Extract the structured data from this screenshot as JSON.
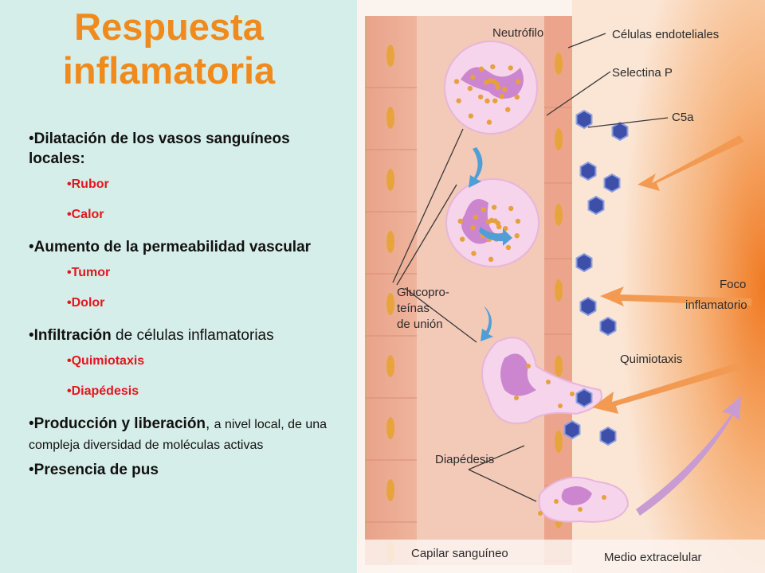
{
  "title": "Respuesta inflamatoria",
  "bullets": [
    {
      "bold": "Dilatación de los vasos sanguíneos locales:",
      "rest": "",
      "small": "",
      "subs": [
        "Rubor",
        "Calor"
      ]
    },
    {
      "bold": "Aumento de la permeabilidad vascular",
      "rest": "",
      "small": "",
      "subs": [
        "Tumor",
        "Dolor"
      ]
    },
    {
      "bold": "Infiltración",
      "rest": " de células inflamatorias",
      "small": "",
      "subs": [
        "Quimiotaxis",
        "Diapédesis"
      ]
    },
    {
      "bold": "Producción y liberación",
      "rest": ", ",
      "small": "a nivel local, de una compleja diversidad de moléculas activas",
      "subs": []
    },
    {
      "bold": "Presencia de pus",
      "rest": "",
      "small": "",
      "subs": []
    }
  ],
  "figure": {
    "labels": {
      "neutrofilo": "Neutrófilo",
      "endoteliales": "Células endoteliales",
      "selectina": "Selectina P",
      "c5a": "C5a",
      "gluco1": "Glucopro-",
      "gluco2": "teínas",
      "gluco3": "de unión",
      "foco1": "Foco",
      "foco2": "inflamatorio",
      "quimiotaxis": "Quimiotaxis",
      "diapedesis": "Diapédesis",
      "capilar": "Capilar sanguíneo",
      "medio": "Medio extracelular"
    },
    "colors": {
      "vessel": "#e9a98f",
      "endothelial": "#f0b9a2",
      "cell": "#f4cbe7",
      "nucleus": "#cc86cf",
      "granule": "#e7a13c",
      "c5a": "#3d4fa8",
      "focus": "#f07a22",
      "bullet_sub": "#e3161c",
      "title": "#f08a1c"
    }
  }
}
